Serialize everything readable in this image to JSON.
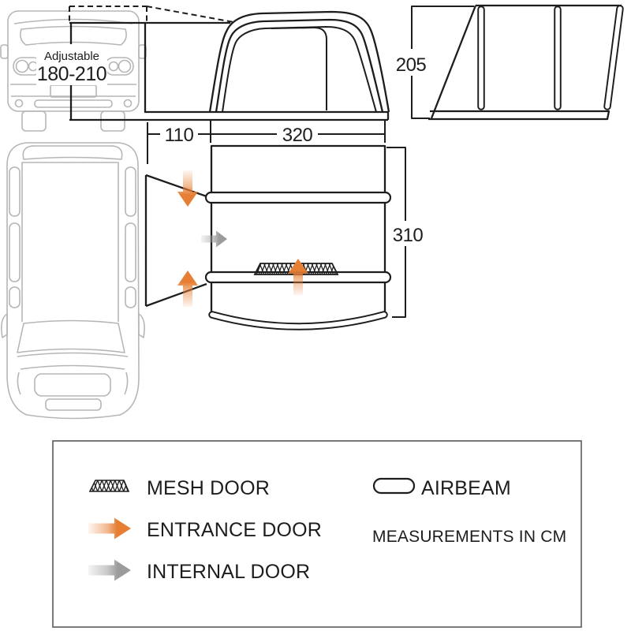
{
  "colors": {
    "line": "#1d1d1d",
    "van_line": "#b6b6b6",
    "orange": "#e67e33",
    "gray_arrow": "#9b9b9b",
    "legend_border": "#5a5a5a",
    "background": "#ffffff"
  },
  "front_view": {
    "adjustable_label": "Adjustable",
    "adjustable_range": "180-210",
    "tunnel_width_cm": "110",
    "main_width_cm": "320"
  },
  "side_view": {
    "height_cm": "205"
  },
  "top_view": {
    "depth_cm": "310"
  },
  "legend": {
    "mesh_door_label": "MESH DOOR",
    "entrance_door_label": "ENTRANCE DOOR",
    "internal_door_label": "INTERNAL DOOR",
    "airbeam_label": "AIRBEAM",
    "measurements_note": "MEASUREMENTS IN CM"
  }
}
